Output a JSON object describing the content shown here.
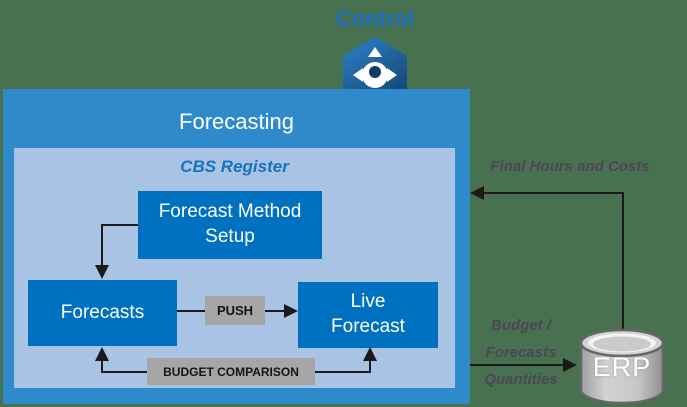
{
  "control": {
    "label": "Control"
  },
  "forecasting": {
    "title": "Forecasting"
  },
  "cbs_register": {
    "title": "CBS Register"
  },
  "nodes": {
    "forecast_method_setup": {
      "label": "Forecast Method Setup"
    },
    "forecasts": {
      "label": "Forecasts"
    },
    "live_forecast": {
      "label": "Live Forecast"
    }
  },
  "connectors": {
    "push": {
      "label": "PUSH"
    },
    "budget_comparison": {
      "label": "BUDGET COMPARISON"
    }
  },
  "annotations": {
    "final_hours_costs": "Final Hours and Costs",
    "budget_quantities": [
      "Budget /",
      "Forecasts",
      "Quantities"
    ]
  },
  "erp": {
    "label": "ERP"
  },
  "icons": {
    "control_icon": "directional-control-knob"
  },
  "colors": {
    "background": "#48714F",
    "outer_box": "#2E8ACB",
    "inner_box": "#A9C3E5",
    "node_blue": "#0070C0",
    "control_text": "#1B6EC8",
    "cbs_text": "#1873BE",
    "connector_label_bg": "#A6A6A6",
    "annotation_text": "#4D4656",
    "line": "#1A1A1A",
    "erp_gray": "#C4C4C4"
  }
}
